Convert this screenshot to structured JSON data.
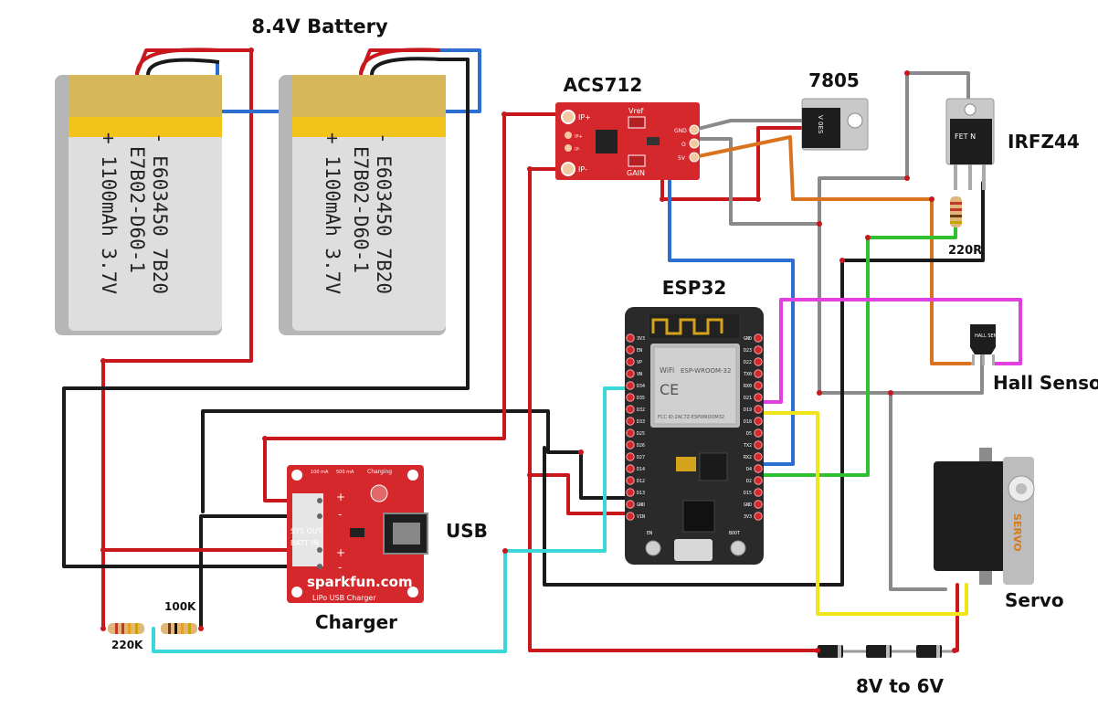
{
  "labels": {
    "battery": "8.4V Battery",
    "acs712": "ACS712",
    "regulator": "7805",
    "mosfet": "IRFZ44",
    "esp32": "ESP32",
    "hall_sensor": "Hall Sensor",
    "usb": "USB",
    "charger": "Charger",
    "servo": "Servo",
    "diodes": "8V to 6V",
    "r_gate": "220R",
    "r_top": "100K",
    "r_bottom": "220K"
  },
  "battery_cells": [
    {
      "line1": "- E603450 7B20",
      "line2": "E7B02-D60-1",
      "line3": "+ 1100mAh 3.7V"
    },
    {
      "line1": "- E603450 7B20",
      "line2": "E7B02-D60-1",
      "line3": "+ 1100mAh 3.7V"
    }
  ],
  "acs712_board": {
    "pin_ip_plus": "IP+",
    "pin_ip_minus": "IP-",
    "pin_ip_plus_small": "IP+",
    "pin_ip_minus_small": "IP-",
    "vref": "Vref",
    "gain": "GAIN",
    "pin_gnd": "GND",
    "pin_out": "O",
    "pin_5v": "5V"
  },
  "regulator_marking": "V 0ES",
  "mosfet_marking": "FET N",
  "hall_marking": "HALL SENSOR",
  "esp32_board": {
    "module": "ESP-WROOM-32",
    "wifi": "WiFi",
    "ce": "CE",
    "cert": "FCC ID:2AC7Z-ESPWROOM32",
    "left_pins": [
      "3V3",
      "EN",
      "VP",
      "VN",
      "D34",
      "D35",
      "D32",
      "D33",
      "D25",
      "D26",
      "D27",
      "D14",
      "D12",
      "D13",
      "GND",
      "VIN"
    ],
    "right_pins": [
      "GND",
      "D23",
      "D22",
      "TX0",
      "RX0",
      "D21",
      "D19",
      "D18",
      "D5",
      "TX2",
      "RX2",
      "D4",
      "D2",
      "D15",
      "GND",
      "3V3"
    ],
    "btn_en": "EN",
    "btn_boot": "BOOT"
  },
  "charger_board": {
    "brand": "sparkfun.com",
    "name": "LiPo USB Charger",
    "charging": "Charging",
    "sys_out": "SYS OUT",
    "batt_in": "BATT IN",
    "opt_100": "100 mA",
    "opt_500": "500 mA",
    "plus": "+",
    "minus": "-"
  },
  "servo_marking": "SERVO",
  "wire_colors": {
    "red": "#c8181e",
    "black": "#1a1a1a",
    "blue": "#2d6fd1",
    "gray": "#8a8a8a",
    "orange": "#d9731f",
    "green": "#2fc12f",
    "magenta": "#e23ee0",
    "yellow": "#f0e51a",
    "cyan": "#3ad8d8"
  }
}
